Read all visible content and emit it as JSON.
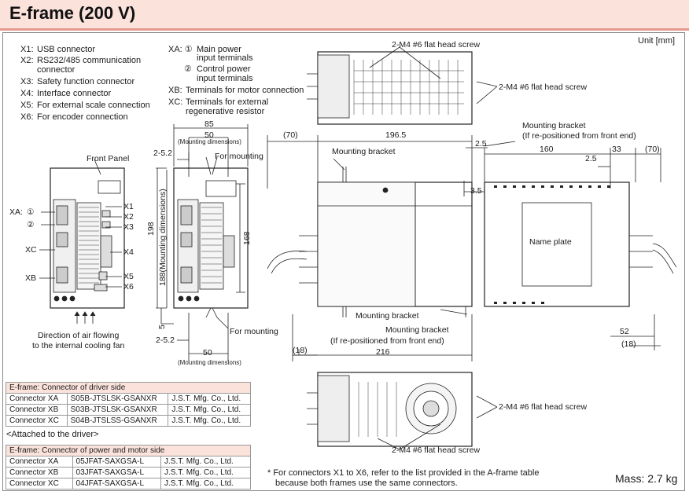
{
  "title": "E-frame (200 V)",
  "unit": "Unit [mm]",
  "legend_x": [
    {
      "code": "X1:",
      "desc": "USB connector"
    },
    {
      "code": "X2:",
      "desc": "RS232/485 communication"
    },
    {
      "code": "",
      "desc": "connector"
    },
    {
      "code": "X3:",
      "desc": "Safety function connector"
    },
    {
      "code": "X4:",
      "desc": "Interface connector"
    },
    {
      "code": "X5:",
      "desc": "For external scale connection"
    },
    {
      "code": "X6:",
      "desc": "For encoder connection"
    }
  ],
  "legend_x2": [
    {
      "code": "XA: ①",
      "desc": "Main power"
    },
    {
      "code": "",
      "desc": "input terminals"
    },
    {
      "code": "②",
      "desc": "Control power"
    },
    {
      "code": "",
      "desc": "input terminals"
    },
    {
      "code": "XB:",
      "desc": "Terminals for motor connection"
    },
    {
      "code": "XC:",
      "desc": "Terminals for external"
    },
    {
      "code": "",
      "desc": "regenerative resistor"
    }
  ],
  "labels": {
    "front_panel": "Front Panel",
    "airflow1": "Direction of air flowing",
    "airflow2": "to the internal cooling fan",
    "xa": "XA:",
    "xa1": "①",
    "xa2": "②",
    "xc": "XC",
    "xb": "XB",
    "x1": "X1",
    "x2": "X2",
    "x3": "X3",
    "x4": "X4",
    "x5": "X5",
    "x6": "X6",
    "for_mounting_top": "For mounting",
    "for_mounting_bottom": "For mounting",
    "mounting_dims_top": "(Mounting dimensions)",
    "mounting_dims_bottom": "(Mounting dimensions)",
    "mounting_dims_vert": "188(Mounting dimensions)",
    "screw_top": "2-M4  #6 flat head screw",
    "screw_top_right": "2-M4  #6 flat head screw",
    "screw_bottom_right": "2-M4  #6 flat head screw",
    "screw_bottom": "2-M4  #6 flat head screw",
    "mb1": "Mounting bracket",
    "mb_repos_right": "Mounting bracket",
    "mb_repos_right2": "(If re-positioned from front end)",
    "mb2": "Mounting bracket",
    "mb3": "Mounting bracket",
    "mb3b": "(If re-positioned from front end)",
    "name_plate": "Name plate"
  },
  "dims": {
    "d85": "85",
    "d50a": "50",
    "d2_52a": "2-5.2",
    "d198": "198",
    "d168": "168",
    "d5": "5",
    "d2_52b": "2-5.2",
    "d50b": "50",
    "d70a": "(70)",
    "d196_5": "196.5",
    "d2_5a": "2.5",
    "d160": "160",
    "d33": "33",
    "d70b": "(70)",
    "d2_5b": "2.5",
    "d3_5": "3.5",
    "d52": "52",
    "d18a": "(18)",
    "d18b": "(18)",
    "d216": "216"
  },
  "table1": {
    "header": "E-frame: Connector of driver side",
    "rows": [
      [
        "Connector XA",
        "S05B-JTSLSK-GSANXR",
        "J.S.T. Mfg. Co., Ltd."
      ],
      [
        "Connector XB",
        "S03B-JTSLSK-GSANXR",
        "J.S.T. Mfg. Co., Ltd."
      ],
      [
        "Connector XC",
        "S04B-JTSLSS-GSANXR",
        "J.S.T. Mfg. Co., Ltd."
      ]
    ]
  },
  "attached": "<Attached to the driver>",
  "table2": {
    "header": "E-frame: Connector of power and motor side",
    "rows": [
      [
        "Connector XA",
        "05JFAT-SAXGSA-L",
        "J.S.T. Mfg. Co., Ltd."
      ],
      [
        "Connector XB",
        "03JFAT-SAXGSA-L",
        "J.S.T. Mfg. Co., Ltd."
      ],
      [
        "Connector XC",
        "04JFAT-SAXGSA-L",
        "J.S.T. Mfg. Co., Ltd."
      ]
    ]
  },
  "note1": "* For connectors X1 to X6, refer to the list provided in the A-frame table",
  "note2": "because both frames use the same connectors.",
  "mass": "Mass: 2.7 kg",
  "colors": {
    "header_bg": "#fbe3dc",
    "header_line": "#e39a8d"
  }
}
